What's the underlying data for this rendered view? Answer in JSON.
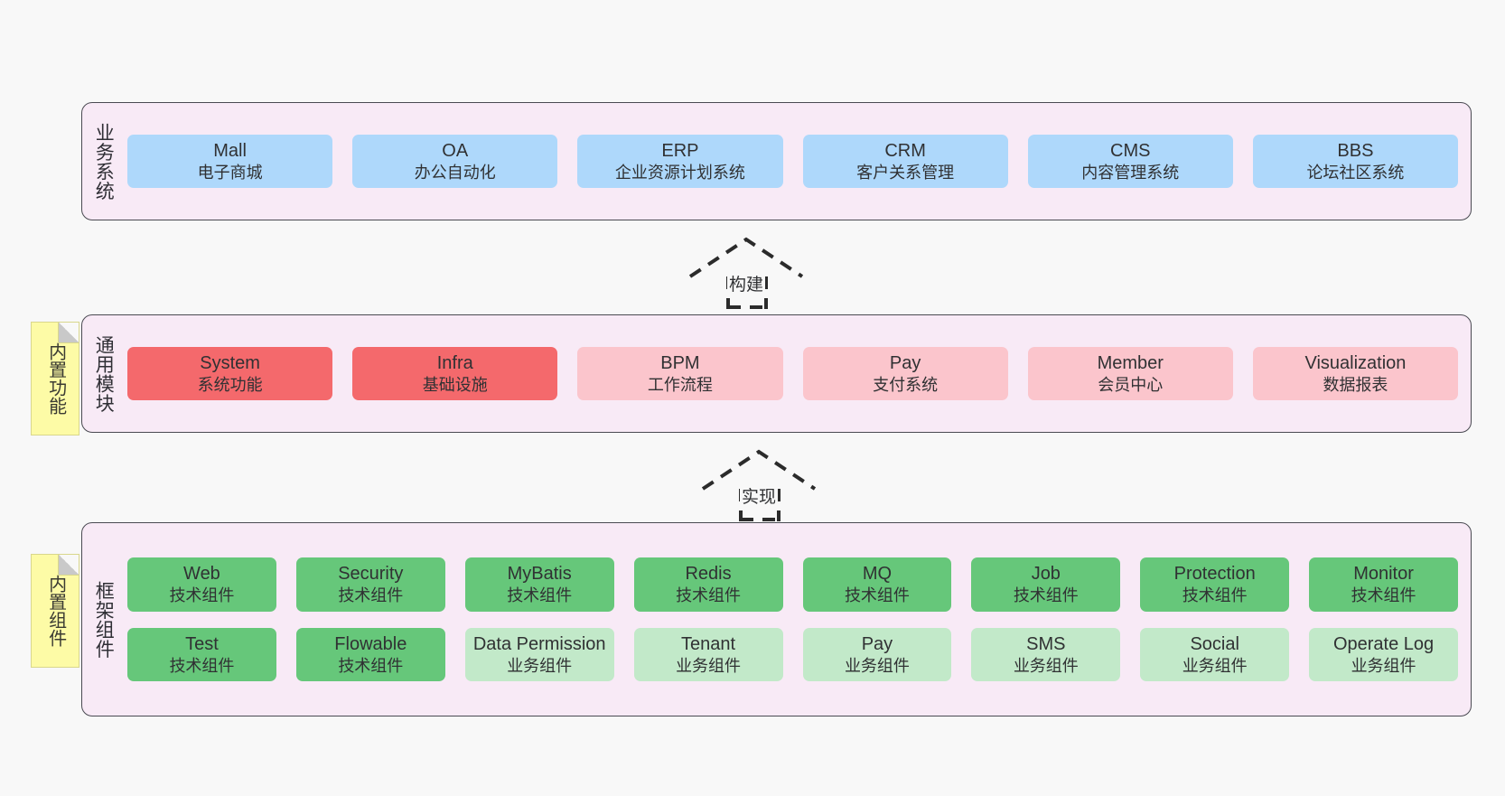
{
  "diagram": {
    "background_color": "#f8f8f8",
    "panel_color": "#f8eaf6",
    "panel_border_color": "#4a4a52"
  },
  "layers": [
    {
      "id": "business-systems",
      "title": "业务系统",
      "note": null,
      "rows": [
        {
          "cards": [
            {
              "title": "Mall",
              "sub": "电子商城",
              "style": "blue"
            },
            {
              "title": "OA",
              "sub": "办公自动化",
              "style": "blue"
            },
            {
              "title": "ERP",
              "sub": "企业资源计划系统",
              "style": "blue"
            },
            {
              "title": "CRM",
              "sub": "客户关系管理",
              "style": "blue"
            },
            {
              "title": "CMS",
              "sub": "内容管理系统",
              "style": "blue"
            },
            {
              "title": "BBS",
              "sub": "论坛社区系统",
              "style": "blue"
            }
          ]
        }
      ]
    },
    {
      "id": "common-modules",
      "title": "通用模块",
      "note": "内置功能",
      "rows": [
        {
          "cards": [
            {
              "title": "System",
              "sub": "系统功能",
              "style": "red"
            },
            {
              "title": "Infra",
              "sub": "基础设施",
              "style": "red"
            },
            {
              "title": "BPM",
              "sub": "工作流程",
              "style": "pink"
            },
            {
              "title": "Pay",
              "sub": "支付系统",
              "style": "pink"
            },
            {
              "title": "Member",
              "sub": "会员中心",
              "style": "pink"
            },
            {
              "title": "Visualization",
              "sub": "数据报表",
              "style": "pink"
            }
          ]
        }
      ]
    },
    {
      "id": "framework-components",
      "title": "框架组件",
      "note": "内置组件",
      "rows": [
        {
          "cards": [
            {
              "title": "Web",
              "sub": "技术组件",
              "style": "green"
            },
            {
              "title": "Security",
              "sub": "技术组件",
              "style": "green"
            },
            {
              "title": "MyBatis",
              "sub": "技术组件",
              "style": "green"
            },
            {
              "title": "Redis",
              "sub": "技术组件",
              "style": "green"
            },
            {
              "title": "MQ",
              "sub": "技术组件",
              "style": "green"
            },
            {
              "title": "Job",
              "sub": "技术组件",
              "style": "green"
            },
            {
              "title": "Protection",
              "sub": "技术组件",
              "style": "green"
            },
            {
              "title": "Monitor",
              "sub": "技术组件",
              "style": "green"
            }
          ]
        },
        {
          "cards": [
            {
              "title": "Test",
              "sub": "技术组件",
              "style": "green"
            },
            {
              "title": "Flowable",
              "sub": "技术组件",
              "style": "green"
            },
            {
              "title": "Data Permission",
              "sub": "业务组件",
              "style": "lightgreen"
            },
            {
              "title": "Tenant",
              "sub": "业务组件",
              "style": "lightgreen"
            },
            {
              "title": "Pay",
              "sub": "业务组件",
              "style": "lightgreen"
            },
            {
              "title": "SMS",
              "sub": "业务组件",
              "style": "lightgreen"
            },
            {
              "title": "Social",
              "sub": "业务组件",
              "style": "lightgreen"
            },
            {
              "title": "Operate Log",
              "sub": "业务组件",
              "style": "lightgreen"
            }
          ]
        }
      ]
    }
  ],
  "connectors": [
    {
      "id": "build",
      "label": "构建"
    },
    {
      "id": "implement",
      "label": "实现"
    }
  ]
}
